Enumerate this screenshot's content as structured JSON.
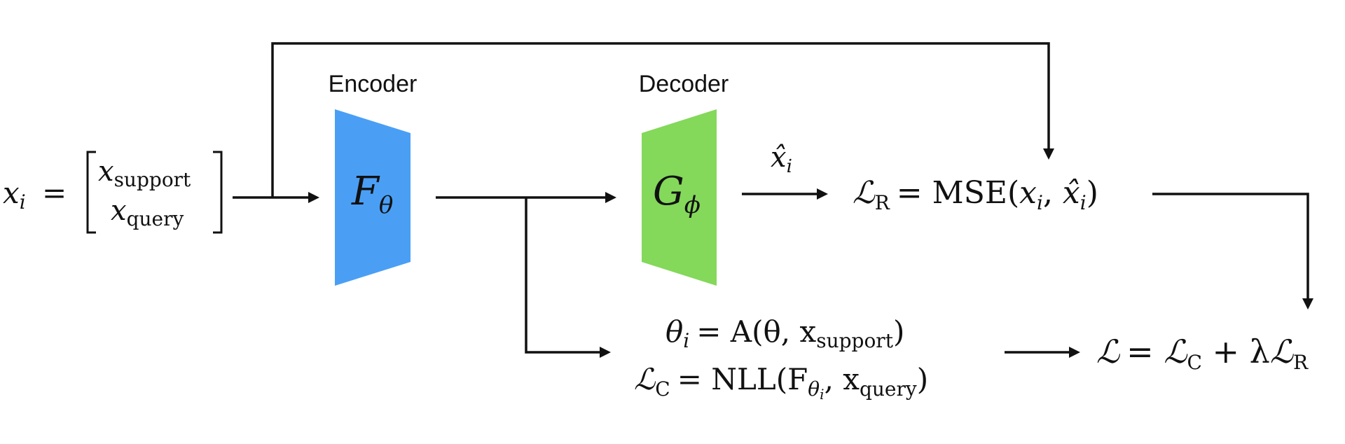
{
  "encoder": {
    "label": "Encoder",
    "symbol": "F",
    "symbol_sub": "θ",
    "color": "#4a9ff5"
  },
  "decoder": {
    "label": "Decoder",
    "symbol": "G",
    "symbol_sub": "ϕ",
    "color": "#84d85a"
  },
  "input": {
    "lhs_var": "x",
    "lhs_sub": "i",
    "equals": "=",
    "row1_var": "x",
    "row1_sub": "support",
    "row2_var": "x",
    "row2_sub": "query"
  },
  "reconstruction": {
    "var": "x̂",
    "sub": "i"
  },
  "loss_r": {
    "calL": "ℒ",
    "sub": "R",
    "rhs_prefix": "= MSE(",
    "arg1_var": "x",
    "arg1_sub": "i",
    "comma": ", ",
    "arg2_var": "x̂",
    "arg2_sub": "i",
    "close": ")"
  },
  "adaptation": {
    "lhs_var": "θ",
    "lhs_sub": "i",
    "rhs_prefix": "= A(θ, x",
    "rhs_sub": "support",
    "close": ")"
  },
  "loss_c": {
    "calL": "ℒ",
    "sub": "C",
    "rhs_prefix": "= NLL(F",
    "F_sub": "θ",
    "F_subsub": "i",
    "comma": ", x",
    "x_sub": "query",
    "close": ")"
  },
  "total_loss": {
    "calL": "ℒ",
    "eq": "= ",
    "c_calL": "ℒ",
    "c_sub": "C",
    "plus": " + λ",
    "r_calL": "ℒ",
    "r_sub": "R"
  }
}
